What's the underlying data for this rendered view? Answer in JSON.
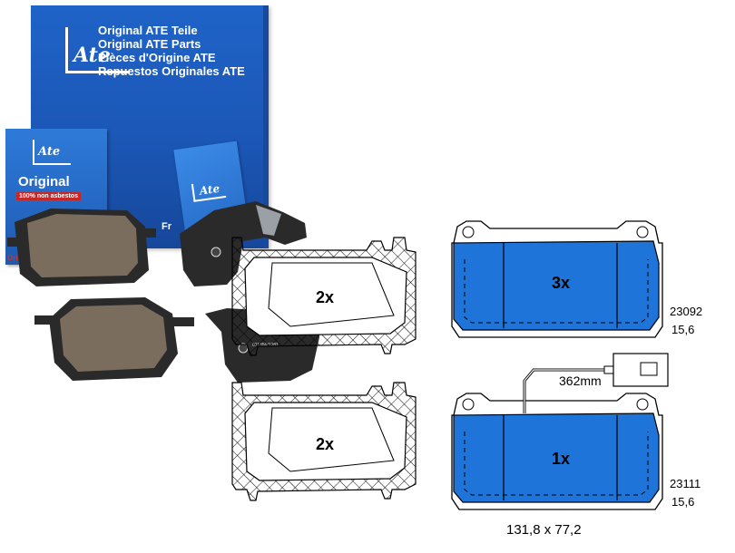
{
  "box": {
    "line1": "Original ATE Teile",
    "line2": "Original ATE Parts",
    "line3": "Pièces d'Origine ATE",
    "line4": "Repuestos Originales ATE"
  },
  "small_box": {
    "label": "Original",
    "nonasbestos": "100% non asbestos",
    "red_label": "Original"
  },
  "pad_text": {
    "pad_number": "011356/1281"
  },
  "fr_text": "Fr",
  "diagram": {
    "rear_upper_qty": "2x",
    "rear_lower_qty": "2x",
    "front_upper_qty": "3x",
    "front_lower_qty": "1x",
    "code_upper": "23092",
    "thickness_upper": "15,6",
    "code_lower": "23111",
    "thickness_lower": "15,6",
    "sensor_length": "362mm",
    "dimensions": "131,8 x 77,2"
  },
  "colors": {
    "box_blue": "#1f63c8",
    "pad_blue": "#1e74d8",
    "pad_brown": "#7a6d5d",
    "plate_dark": "#2a2a2a"
  }
}
